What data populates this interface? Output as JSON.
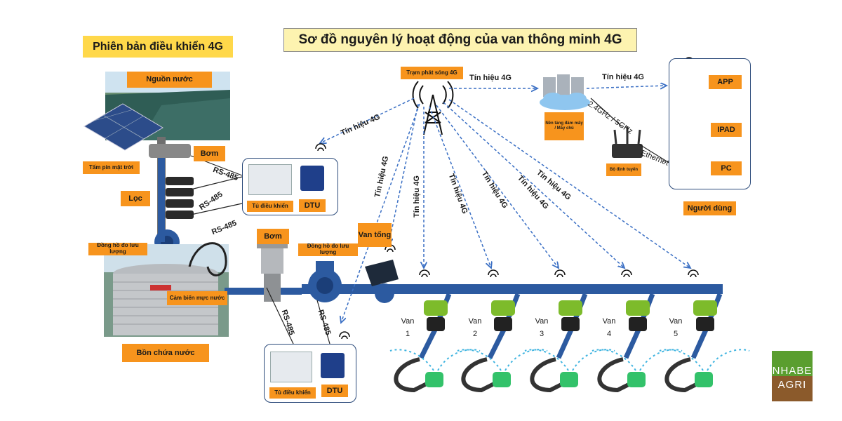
{
  "header": {
    "title": "Sơ đồ nguyên lý hoạt động của van thông minh 4G",
    "subtitle": "Phiên bản điều khiển 4G"
  },
  "labels": {
    "water_source": "Nguồn nước",
    "solar_panel": "Tấm pin mặt trời",
    "pump_top": "Bơm",
    "filter": "Lọc",
    "flow_meter_left": "Đồng hồ đo lưu lượng",
    "level_sensor": "Cảm biến mực nước",
    "tank": "Bồn chứa nước",
    "pump_mid": "Bơm",
    "flow_meter_mid": "Đồng hồ đo lưu lượng",
    "main_valve": "Van tổng",
    "tower": "Trạm phát sóng 4G",
    "cloud": "Nền tảng đám mây / Máy chủ",
    "router": "Bộ định tuyến",
    "app": "APP",
    "ipad": "IPAD",
    "pc": "PC",
    "users": "Người dùng",
    "cabinet_top": "Tủ điều khiển",
    "dtu_top": "DTU",
    "cabinet_bottom": "Tủ điều khiển",
    "dtu_bottom": "DTU"
  },
  "edges": {
    "rs485_1": "RS-485",
    "rs485_2": "RS-485",
    "rs485_3": "RS-485",
    "rs485_4": "RS-485",
    "rs485_5": "RS-485",
    "sig_tower_cloud": "Tín hiệu 4G",
    "sig_cloud_users": "Tín hiệu 4G",
    "sig_tower_cabinet": "Tín hiệu 4G",
    "sig_tower_dtu": "Tín hiệu 4G",
    "sig_v1": "Tín hiệu 4G",
    "sig_v2": "Tín hiệu 4G",
    "sig_v3": "Tín hiệu 4G",
    "sig_v4": "Tín hiệu 4G",
    "sig_v5": "Tín hiệu 4G",
    "wifi": "2.4GHz / 5GHz",
    "ethernet": "Ethernet"
  },
  "valves": [
    {
      "word": "Van",
      "num": "1"
    },
    {
      "word": "Van",
      "num": "2"
    },
    {
      "word": "Van",
      "num": "3"
    },
    {
      "word": "Van",
      "num": "4"
    },
    {
      "word": "Van",
      "num": "5"
    }
  ],
  "logo": {
    "line1": "NHABE",
    "line2": "AGRI"
  },
  "colors": {
    "tag": "#f7941d",
    "pipe": "#2c5aa0",
    "signal": "#3a6fc4",
    "logo_green": "#5a9e2f",
    "logo_brown": "#8b5a2b"
  }
}
